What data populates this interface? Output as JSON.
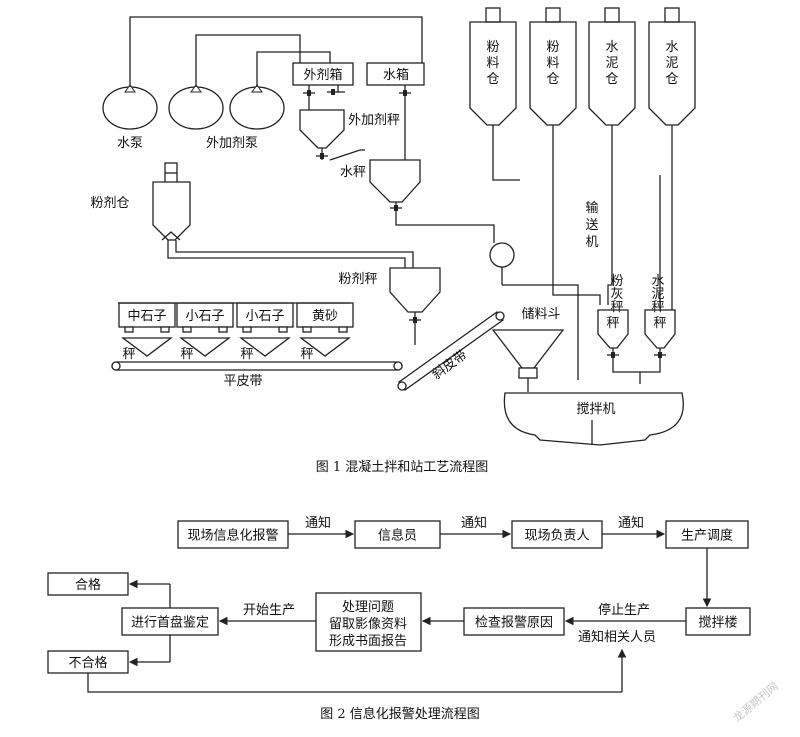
{
  "figure1": {
    "caption": "图 1   混凝土拌和站工艺流程图",
    "pumps": {
      "water": "水泵",
      "admixture": "外加剂泵"
    },
    "tanks": {
      "admixture_box": "外剂箱",
      "water_box": "水箱"
    },
    "scales": {
      "admixture": "外加剂秤",
      "water": "水秤",
      "powder": "粉剂秤",
      "flyash": "粉\n灰\n秤",
      "cement": "水\n泥\n秤"
    },
    "powder_bin": "粉剂仓",
    "silos": [
      "粉\n料\n仓",
      "粉\n料\n仓",
      "水\n泥\n仓",
      "水\n泥\n仓"
    ],
    "conveyor_screw": "输\n送\n机",
    "aggregate_bins": [
      "中石子",
      "小石子",
      "小石子",
      "黄砂"
    ],
    "weigh_label": "秤",
    "flat_belt": "平皮带",
    "incline_belt": "斜皮带",
    "storage_hopper": "储料斗",
    "mixer": "搅拌机"
  },
  "figure2": {
    "caption": "图 2   信息化报警处理流程图",
    "nodes": {
      "alarm": "现场信息化报警",
      "info_officer": "信息员",
      "site_manager": "现场负责人",
      "dispatch": "生产调度",
      "mixing_building": "搅拌楼",
      "check_cause": "检查报警原因",
      "handle": [
        "处理问题",
        "留取影像资料",
        "形成书面报告"
      ],
      "first_check": "进行首盘鉴定",
      "pass": "合格",
      "fail": "不合格"
    },
    "edges": {
      "notify1": "通知",
      "notify2": "通知",
      "notify3": "通知",
      "stop": "停止生产",
      "notify_staff": "通知相关人员",
      "start": "开始生产"
    }
  },
  "watermark": "龙源期刊网"
}
